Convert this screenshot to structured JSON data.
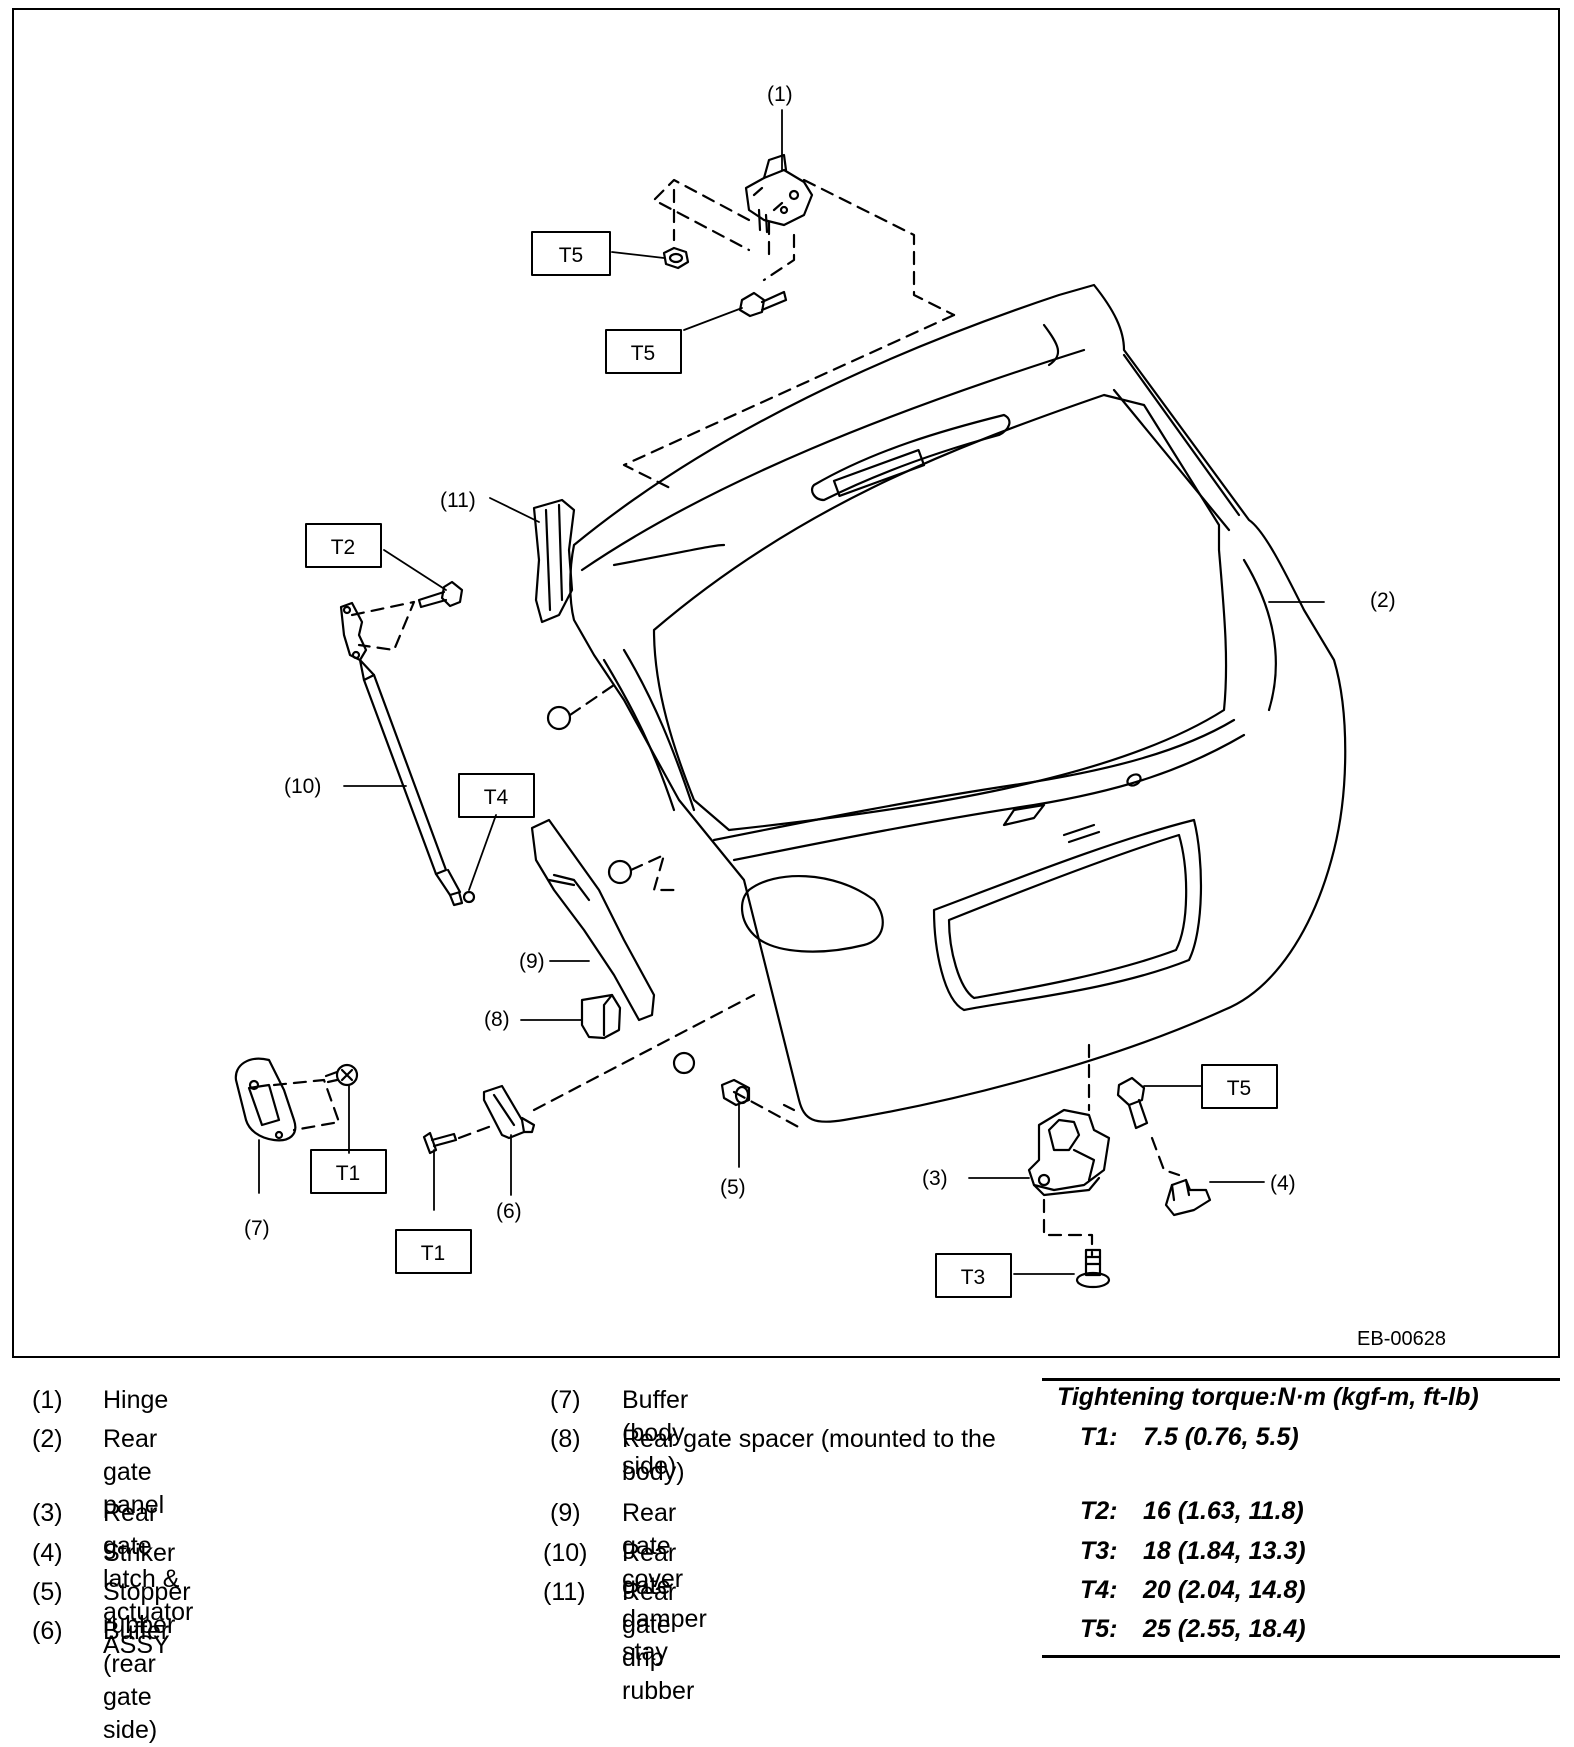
{
  "diagram": {
    "code": "EB-00628",
    "callouts": [
      "(1)",
      "(2)",
      "(3)",
      "(4)",
      "(5)",
      "(6)",
      "(7)",
      "(8)",
      "(9)",
      "(10)",
      "(11)"
    ],
    "torque_boxes": [
      "T5",
      "T5",
      "T2",
      "T4",
      "T1",
      "T1",
      "T3",
      "T5"
    ]
  },
  "legend": {
    "left": [
      {
        "num": "(1)",
        "text": "Hinge"
      },
      {
        "num": "(2)",
        "text": "Rear gate panel"
      },
      {
        "num": "(3)",
        "text": "Rear gate latch & actuator ASSY"
      },
      {
        "num": "(4)",
        "text": "Striker"
      },
      {
        "num": "(5)",
        "text": "Stopper rubber"
      },
      {
        "num": "(6)",
        "text": "Buffer (rear gate side)"
      }
    ],
    "middle": [
      {
        "num": "(7)",
        "text": "Buffer (body side)"
      },
      {
        "num": "(8)",
        "text": "Rear gate spacer (mounted to the body)"
      },
      {
        "num": "(9)",
        "text": "Rear gate cover"
      },
      {
        "num": "(10)",
        "text": "Rear gate damper stay"
      },
      {
        "num": "(11)",
        "text": "Rear gate drip rubber"
      }
    ]
  },
  "torque": {
    "heading": "Tightening torque:N·m (kgf-m, ft-lb)",
    "rows": [
      {
        "id": "T1:",
        "value": "7.5 (0.76, 5.5)"
      },
      {
        "id": "T2:",
        "value": "16 (1.63, 11.8)"
      },
      {
        "id": "T3:",
        "value": "18 (1.84, 13.3)"
      },
      {
        "id": "T4:",
        "value": "20 (2.04, 14.8)"
      },
      {
        "id": "T5:",
        "value": "25 (2.55, 18.4)"
      }
    ]
  }
}
